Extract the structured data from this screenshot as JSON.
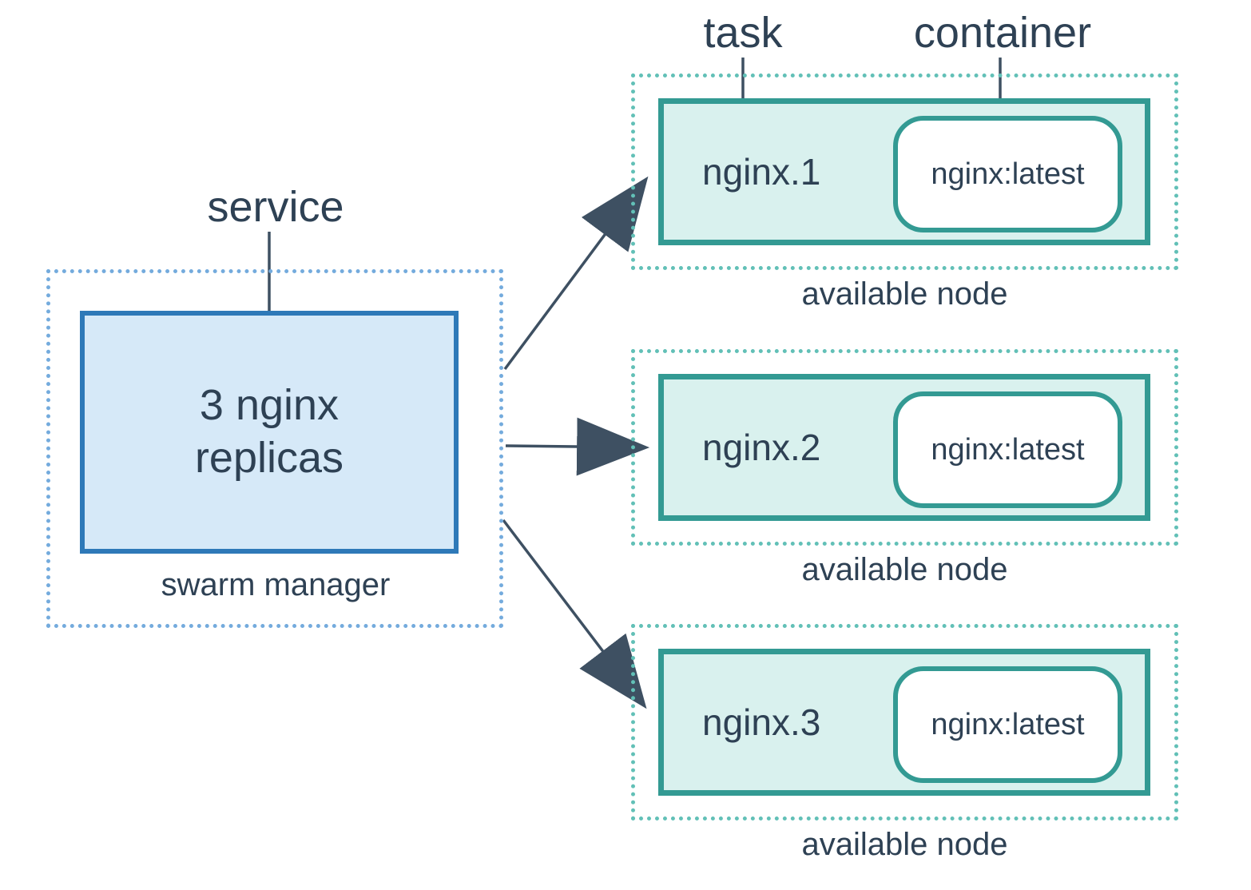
{
  "diagram": {
    "title_labels": {
      "service": "service",
      "task": "task",
      "container": "container"
    },
    "manager": {
      "replicas_text": "3 nginx replicas",
      "caption": "swarm manager"
    },
    "nodes": [
      {
        "task_name": "nginx.1",
        "image": "nginx:latest",
        "caption": "available node"
      },
      {
        "task_name": "nginx.2",
        "image": "nginx:latest",
        "caption": "available node"
      },
      {
        "task_name": "nginx.3",
        "image": "nginx:latest",
        "caption": "available node"
      }
    ],
    "colors": {
      "text": "#2e4154",
      "arrow": "#3e5062",
      "service_border": "#2e79b8",
      "service_fill": "#d6e9f8",
      "manager_dash": "#74abdd",
      "node_border": "#339a93",
      "node_fill": "#d9f1ee",
      "node_dash": "#62c0b7",
      "container_fill": "#ffffff"
    }
  }
}
